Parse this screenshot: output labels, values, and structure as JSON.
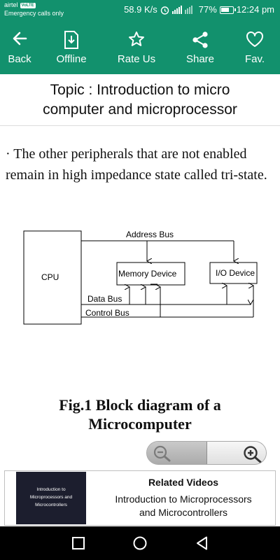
{
  "status_bar": {
    "carrier": "airtel",
    "volte": "VoLTE",
    "emergency": "Emergency calls only",
    "speed": "58.9 K/s",
    "battery": "77%",
    "battery_level": 0.77,
    "time": "12:24 pm"
  },
  "toolbar": {
    "back_label": "Back",
    "offline_label": "Offline",
    "rate_label": "Rate Us",
    "share_label": "Share",
    "fav_label": "Fav."
  },
  "topic": {
    "line1": "Topic : Introduction to micro",
    "line2": "computer and microprocessor"
  },
  "content": {
    "paragraph": "· The other peripherals that are not enabled remain in high impedance state called tri-state."
  },
  "diagram": {
    "cpu": "CPU",
    "memory": "Memory Device",
    "io": "I/O Device",
    "address_bus": "Address Bus",
    "data_bus": "Data Bus",
    "control_bus": "Control Bus"
  },
  "caption": {
    "line1": "Fig.1 Block diagram of a",
    "line2": "Microcomputer"
  },
  "related": {
    "title": "Related Videos",
    "desc_line1": "Introduction to Microprocessors",
    "desc_line2": "and Microcontrollers",
    "thumb_line1": "Introduction to",
    "thumb_line2": "Microprocessors and",
    "thumb_line3": "Microcontrollers"
  },
  "icons": {
    "back": "arrow-left-icon",
    "offline": "download-file-icon",
    "rate": "star-icon",
    "share": "share-icon",
    "fav": "heart-icon",
    "zoom_out": "zoom-out-icon",
    "zoom_in": "zoom-in-icon"
  },
  "colors": {
    "primary": "#12916d"
  }
}
